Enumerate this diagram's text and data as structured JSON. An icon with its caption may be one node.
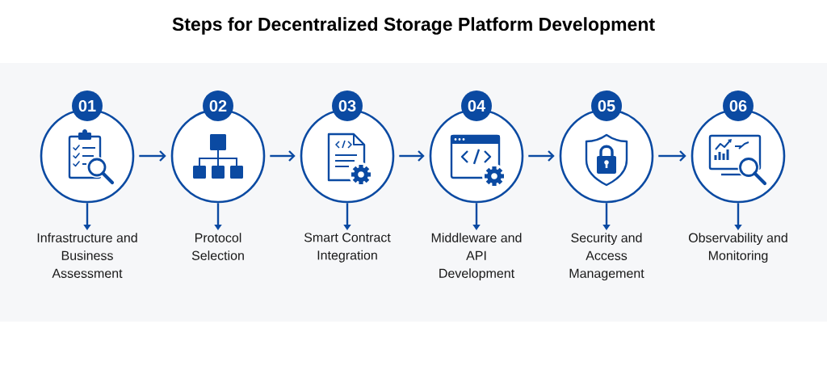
{
  "diagram": {
    "title": "Steps for Decentralized Storage Platform Development",
    "nodes": [
      {
        "text": [
          "01"
        ]
      },
      {
        "text": [
          "02"
        ]
      },
      {
        "text": [
          "03"
        ]
      },
      {
        "text": [
          "04"
        ]
      },
      {
        "text": [
          "05"
        ]
      },
      {
        "text": [
          "06"
        ]
      },
      {
        "text": [
          "Infrastructure and Business Assessment"
        ]
      },
      {
        "text": [
          "Protocol Selection"
        ]
      },
      {
        "text": [
          "Smart Contract Integration"
        ]
      },
      {
        "text": [
          "Middleware and API Development"
        ]
      },
      {
        "text": [
          "Security and Access Management"
        ]
      },
      {
        "text": [
          "Observability and Monitoring"
        ]
      }
    ],
    "edges": [
      {
        "from": 0,
        "to": 1,
        "arrow": "to"
      },
      {
        "from": 1,
        "to": 2,
        "arrow": "to"
      },
      {
        "from": 2,
        "to": 3,
        "arrow": "to"
      },
      {
        "from": 3,
        "to": 4,
        "arrow": "to"
      },
      {
        "from": 4,
        "to": 5,
        "arrow": "to"
      },
      {
        "from": 0,
        "to": 6,
        "arrow": "to"
      },
      {
        "from": 1,
        "to": 7,
        "arrow": "to"
      },
      {
        "from": 2,
        "to": 8,
        "arrow": "to"
      },
      {
        "from": 3,
        "to": 9,
        "arrow": "to"
      },
      {
        "from": 4,
        "to": 10,
        "arrow": "to"
      },
      {
        "from": 5,
        "to": 11,
        "arrow": "to"
      }
    ]
  }
}
